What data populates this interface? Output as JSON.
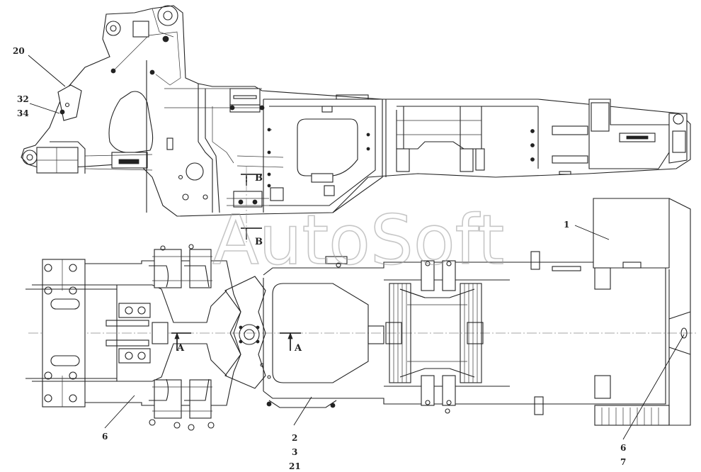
{
  "watermark": "AutoSoft",
  "callouts": {
    "c20": "20",
    "c32": "32",
    "c34": "34",
    "c1": "1",
    "c6a": "6",
    "c2": "2",
    "c3": "3",
    "c21": "21",
    "c6b": "6",
    "c7": "7"
  },
  "sections": {
    "b_top": "B",
    "b_bottom": "B",
    "a_left": "A",
    "a_right": "A"
  }
}
